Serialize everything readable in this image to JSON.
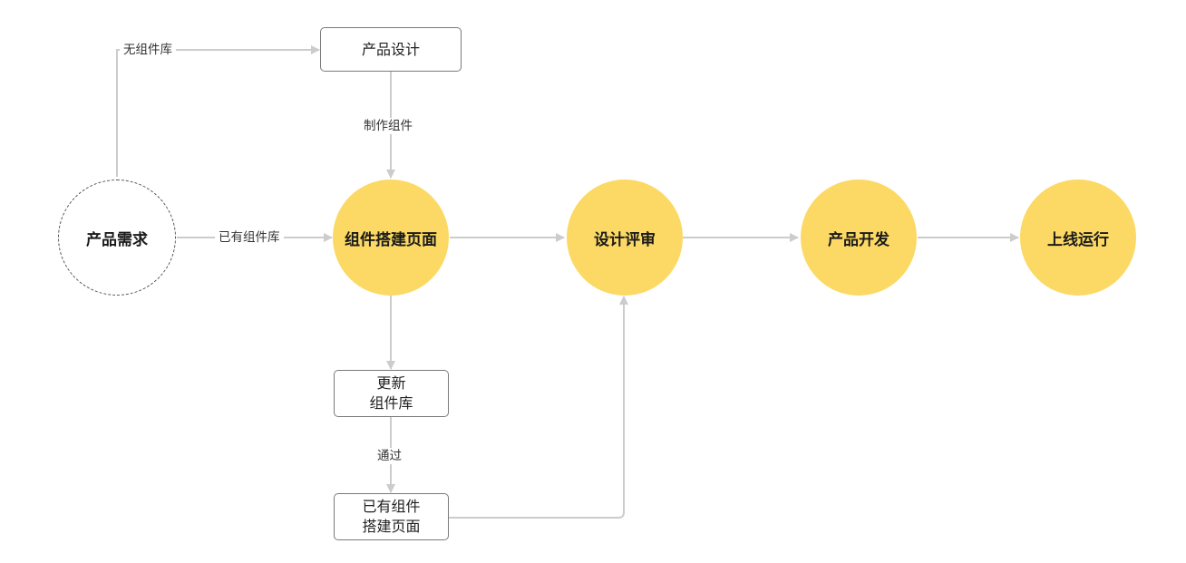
{
  "nodes": {
    "product_requirement": "产品需求",
    "product_design": "产品设计",
    "component_build_page": "组件搭建页面",
    "design_review": "设计评审",
    "product_dev": "产品开发",
    "go_live": "上线运行",
    "update_library": [
      "更新",
      "组件库"
    ],
    "existing_build_page": [
      "已有组件",
      "搭建页面"
    ]
  },
  "edge_labels": {
    "no_library": "无组件库",
    "make_components": "制作组件",
    "has_library": "已有组件库",
    "passed": "通过"
  },
  "colors": {
    "node_fill": "#fcd964",
    "connector": "#cccccc",
    "box_border": "#7a7a7a",
    "dashed_border": "#555555"
  }
}
